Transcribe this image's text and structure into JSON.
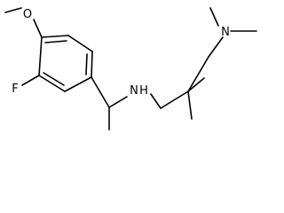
{
  "structure": {
    "atoms": {
      "oxygen": "O",
      "fluorine": "F",
      "amine_n": "N",
      "amine_h": "H",
      "dimethyl_n": "N"
    }
  },
  "colors": {
    "background": "#ffffff",
    "bond": "#000000",
    "label": "#000000"
  }
}
